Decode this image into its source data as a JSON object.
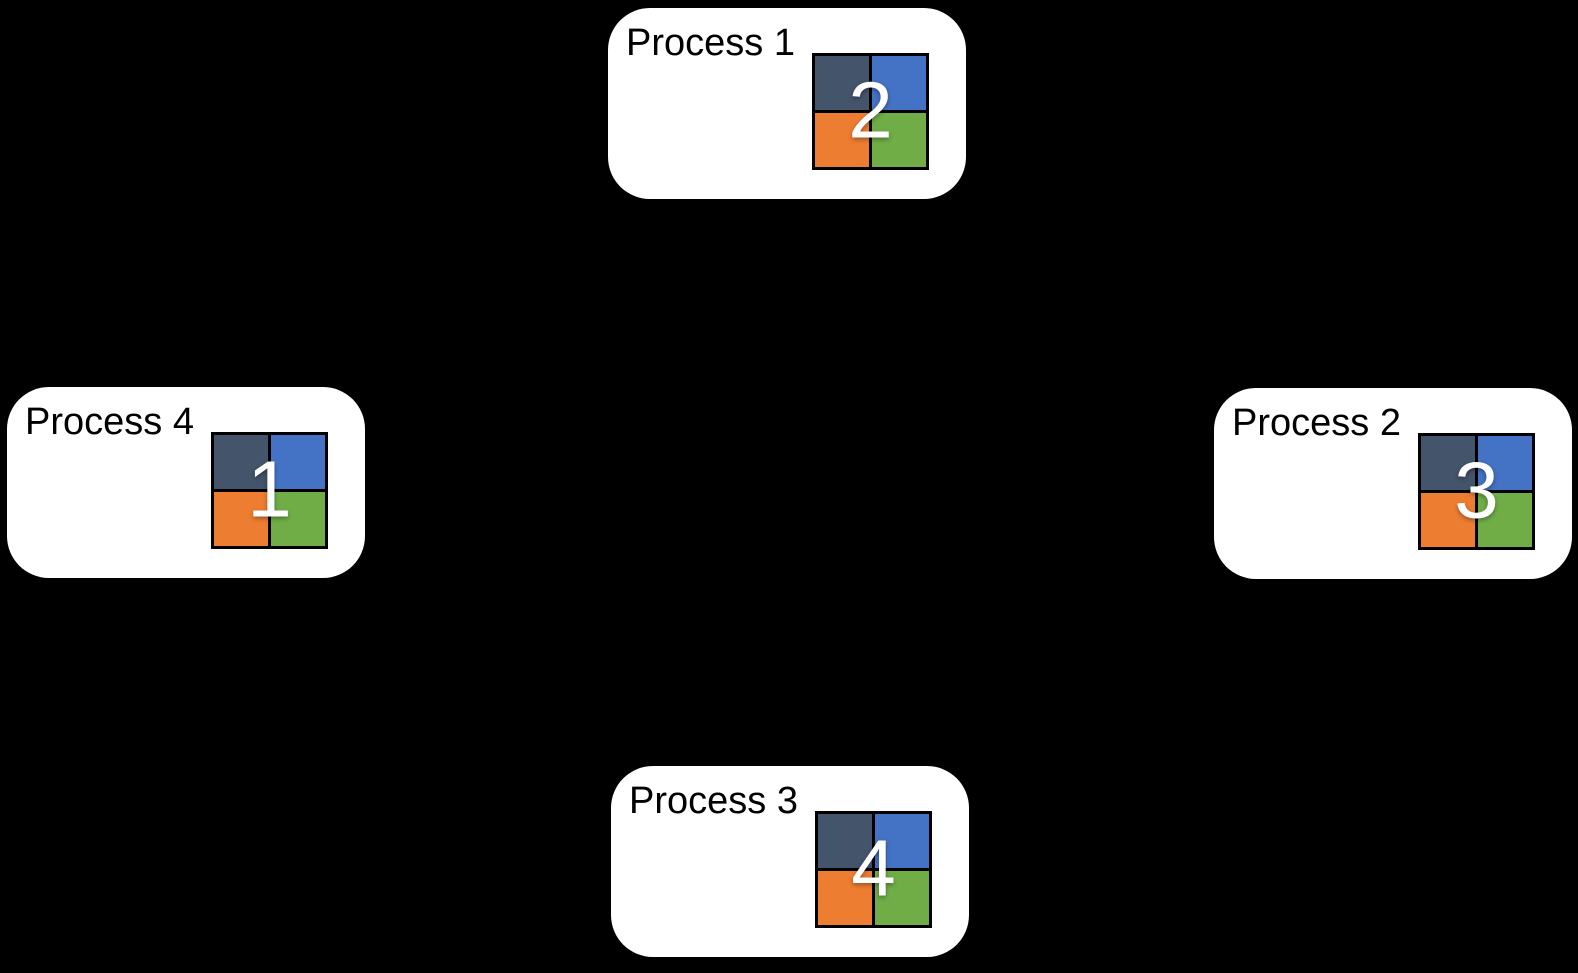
{
  "canvas": {
    "background_color": "#000000"
  },
  "node_style": {
    "fill": "#FFFFFF",
    "label_color": "#000000",
    "number_color": "#FFFFFF",
    "grid_border_color": "#000000"
  },
  "grid_colors": {
    "top_left": "#44546A",
    "top_right": "#4472C4",
    "bottom_left": "#ED7D31",
    "bottom_right": "#70AD47"
  },
  "nodes": [
    {
      "label": "Process 1",
      "number": "2",
      "position": "top"
    },
    {
      "label": "Process 2",
      "number": "3",
      "position": "right"
    },
    {
      "label": "Process 3",
      "number": "4",
      "position": "bottom"
    },
    {
      "label": "Process 4",
      "number": "1",
      "position": "left"
    }
  ]
}
